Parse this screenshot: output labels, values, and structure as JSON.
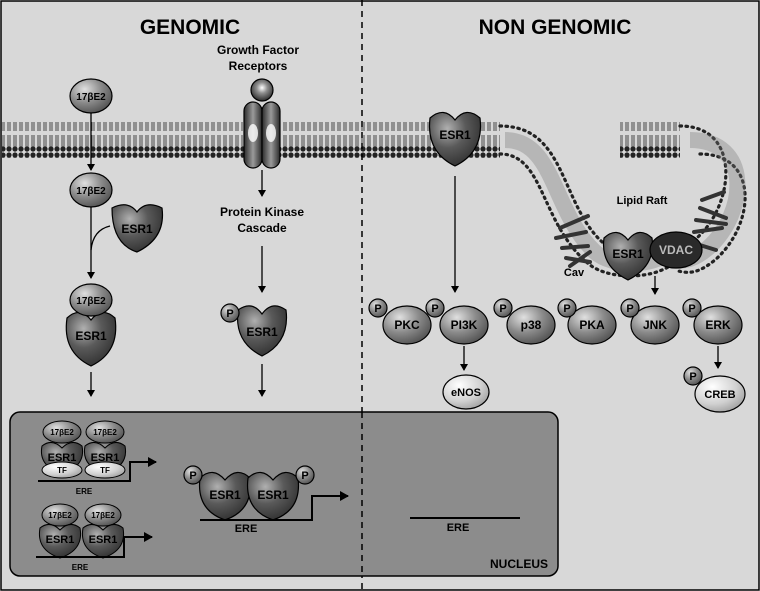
{
  "headers": {
    "genomic": "GENOMIC",
    "non_genomic": "NON GENOMIC"
  },
  "labels": {
    "growth_factor_line1": "Growth Factor",
    "growth_factor_line2": "Receptors",
    "pk_line1": "Protein Kinase",
    "pk_line2": "Cascade",
    "lipid_raft": "Lipid Raft",
    "cav": "Cav",
    "nucleus": "NUCLEUS",
    "ere": "ERE"
  },
  "molecules": {
    "estradiol": "17βE2",
    "esr1": "ESR1",
    "tf": "TF",
    "vdac": "VDAC",
    "p": "P"
  },
  "kinases": [
    "PKC",
    "PI3K",
    "p38",
    "PKA",
    "JNK",
    "ERK"
  ],
  "downstream": {
    "enos": "eNOS",
    "creb": "CREB"
  }
}
